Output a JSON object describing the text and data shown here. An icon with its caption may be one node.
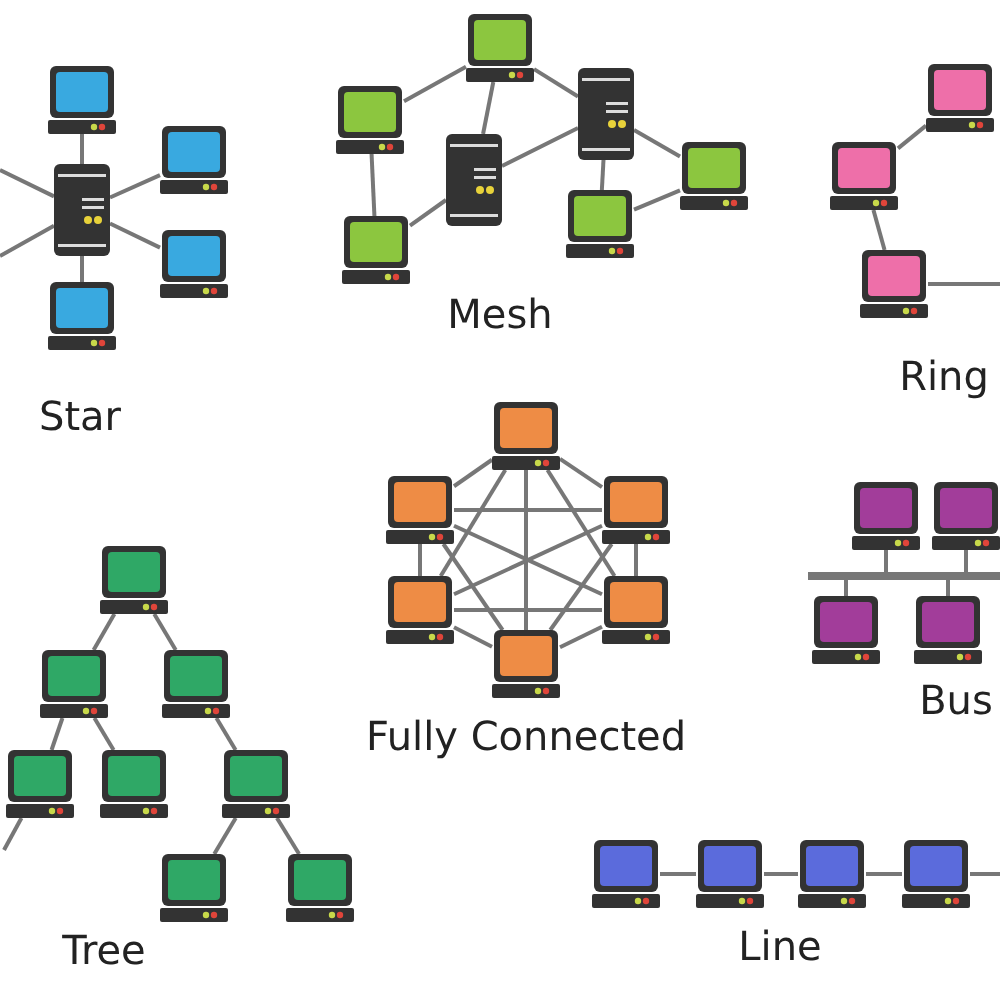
{
  "diagram": {
    "nodes": [
      {
        "text": [],
        "shape": "server"
      },
      {
        "text": [],
        "shape": "computer"
      },
      {
        "text": [],
        "shape": "computer"
      },
      {
        "text": [],
        "shape": "computer"
      },
      {
        "text": [],
        "shape": "computer"
      },
      {
        "text": [],
        "shape": "computer"
      },
      {
        "text": [],
        "shape": "computer"
      },
      {
        "text": [],
        "shape": "server"
      },
      {
        "text": [],
        "shape": "server"
      },
      {
        "text": [],
        "shape": "computer"
      },
      {
        "text": [],
        "shape": "computer"
      },
      {
        "text": [],
        "shape": "computer"
      },
      {
        "text": [],
        "shape": "computer"
      },
      {
        "text": [],
        "shape": "computer"
      },
      {
        "text": [],
        "shape": "computer"
      },
      {
        "text": [],
        "shape": "computer"
      },
      {
        "text": [],
        "shape": "computer"
      },
      {
        "text": [],
        "shape": "computer"
      },
      {
        "text": [],
        "shape": "computer"
      },
      {
        "text": [],
        "shape": "computer"
      },
      {
        "text": [],
        "shape": "computer"
      },
      {
        "text": [],
        "shape": "computer"
      },
      {
        "text": [],
        "shape": "computer"
      },
      {
        "text": [],
        "shape": "bar"
      },
      {
        "text": [],
        "shape": "computer"
      },
      {
        "text": [],
        "shape": "computer"
      },
      {
        "text": [],
        "shape": "computer"
      },
      {
        "text": [],
        "shape": "computer"
      },
      {
        "text": [],
        "shape": "computer"
      },
      {
        "text": [],
        "shape": "computer"
      },
      {
        "text": [],
        "shape": "computer"
      },
      {
        "text": [],
        "shape": "computer"
      },
      {
        "text": [],
        "shape": "computer"
      },
      {
        "text": [],
        "shape": "computer"
      },
      {
        "text": [],
        "shape": "computer"
      },
      {
        "text": [],
        "shape": "computer"
      },
      {
        "text": [],
        "shape": "computer"
      },
      {
        "text": [],
        "shape": "computer"
      }
    ],
    "edges": [
      {
        "from": 0,
        "to": 1,
        "arrow": "none"
      },
      {
        "from": 0,
        "to": 2,
        "arrow": "none"
      },
      {
        "from": 0,
        "to": 3,
        "arrow": "none"
      },
      {
        "from": 0,
        "to": 4,
        "arrow": "none"
      },
      {
        "from": 0,
        "to": null,
        "arrow": "none"
      },
      {
        "from": 0,
        "to": null,
        "arrow": "none"
      },
      {
        "from": 5,
        "to": 6,
        "arrow": "none"
      },
      {
        "from": 5,
        "to": 9,
        "arrow": "none"
      },
      {
        "from": 6,
        "to": 7,
        "arrow": "none"
      },
      {
        "from": 6,
        "to": 8,
        "arrow": "none"
      },
      {
        "from": 7,
        "to": 9,
        "arrow": "none"
      },
      {
        "from": 7,
        "to": 8,
        "arrow": "none"
      },
      {
        "from": 8,
        "to": 10,
        "arrow": "none"
      },
      {
        "from": 8,
        "to": 11,
        "arrow": "none"
      },
      {
        "from": 10,
        "to": 11,
        "arrow": "none"
      },
      {
        "from": 12,
        "to": 13,
        "arrow": "none"
      },
      {
        "from": 13,
        "to": 14,
        "arrow": "none"
      },
      {
        "from": 14,
        "to": null,
        "arrow": "none"
      },
      {
        "from": 15,
        "to": 16,
        "arrow": "none"
      },
      {
        "from": 15,
        "to": 17,
        "arrow": "none"
      },
      {
        "from": 15,
        "to": 18,
        "arrow": "none"
      },
      {
        "from": 15,
        "to": 19,
        "arrow": "none"
      },
      {
        "from": 15,
        "to": 20,
        "arrow": "none"
      },
      {
        "from": 16,
        "to": 17,
        "arrow": "none"
      },
      {
        "from": 16,
        "to": 18,
        "arrow": "none"
      },
      {
        "from": 16,
        "to": 19,
        "arrow": "none"
      },
      {
        "from": 16,
        "to": 20,
        "arrow": "none"
      },
      {
        "from": 17,
        "to": 18,
        "arrow": "none"
      },
      {
        "from": 17,
        "to": 19,
        "arrow": "none"
      },
      {
        "from": 17,
        "to": 20,
        "arrow": "none"
      },
      {
        "from": 18,
        "to": 19,
        "arrow": "none"
      },
      {
        "from": 18,
        "to": 20,
        "arrow": "none"
      },
      {
        "from": 19,
        "to": 20,
        "arrow": "none"
      },
      {
        "from": 21,
        "to": 23,
        "arrow": "none"
      },
      {
        "from": 22,
        "to": 23,
        "arrow": "none"
      },
      {
        "from": 24,
        "to": 23,
        "arrow": "none"
      },
      {
        "from": 25,
        "to": 23,
        "arrow": "none"
      },
      {
        "from": 26,
        "to": 27,
        "arrow": "none"
      },
      {
        "from": 26,
        "to": 28,
        "arrow": "none"
      },
      {
        "from": 27,
        "to": 29,
        "arrow": "none"
      },
      {
        "from": 27,
        "to": 30,
        "arrow": "none"
      },
      {
        "from": 28,
        "to": 31,
        "arrow": "none"
      },
      {
        "from": 31,
        "to": 32,
        "arrow": "none"
      },
      {
        "from": 31,
        "to": 33,
        "arrow": "none"
      },
      {
        "from": 29,
        "to": null,
        "arrow": "none"
      },
      {
        "from": 34,
        "to": 35,
        "arrow": "none"
      },
      {
        "from": 35,
        "to": 36,
        "arrow": "none"
      },
      {
        "from": 36,
        "to": 37,
        "arrow": "none"
      },
      {
        "from": 37,
        "to": null,
        "arrow": "none"
      }
    ],
    "labels": [
      "Star",
      "Mesh",
      "Ring",
      "Fully Connected",
      "Bus",
      "Tree",
      "Line"
    ]
  }
}
